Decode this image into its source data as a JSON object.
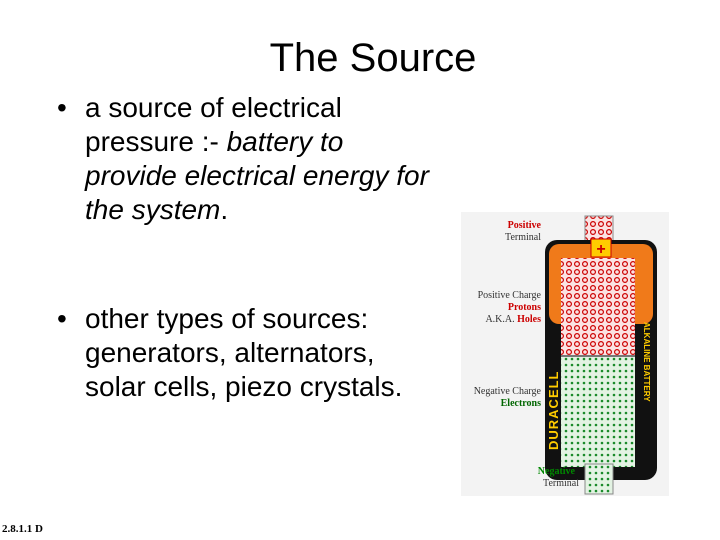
{
  "slide": {
    "title": "The Source",
    "bullets": [
      {
        "marker": "•",
        "lines": [
          {
            "text": "a source of electrical",
            "italic": false
          },
          {
            "text": "pressure :- battery to",
            "italic": false,
            "italic_part": "battery to"
          },
          {
            "text": "provide electrical energy for",
            "italic": true
          },
          {
            "text": "the system",
            "italic": true,
            "suffix": "."
          }
        ]
      },
      {
        "marker": "•",
        "lines": [
          {
            "text": "other types of sources:",
            "italic": false
          },
          {
            "text": "generators, alternators,",
            "italic": false
          },
          {
            "text": "solar cells, piezo crystals.",
            "italic": false
          }
        ]
      }
    ],
    "code": "2.8.1.1 D"
  },
  "battery_figure": {
    "positive_terminal": {
      "line1": "Positive",
      "line2": "Terminal",
      "color": "#cc0000"
    },
    "plus_sign": "+",
    "positive_charge": {
      "line1": "Positive Charge",
      "line2": "Protons",
      "line3_prefix": "A.K.A.",
      "line3_word": "Holes"
    },
    "negative_charge": {
      "line1": "Negative Charge",
      "line2": "Electrons",
      "color": "#006600"
    },
    "negative_terminal": {
      "line1": "Negative",
      "line2": "Terminal",
      "color": "#008800"
    },
    "brand": "DURACELL",
    "side_text": "ALKALINE BATTERY",
    "colors": {
      "red": "#cc0000",
      "green": "#1a8a2a",
      "orange": "#f07a1a",
      "black": "#111111",
      "yellow": "#ffcc00"
    }
  }
}
